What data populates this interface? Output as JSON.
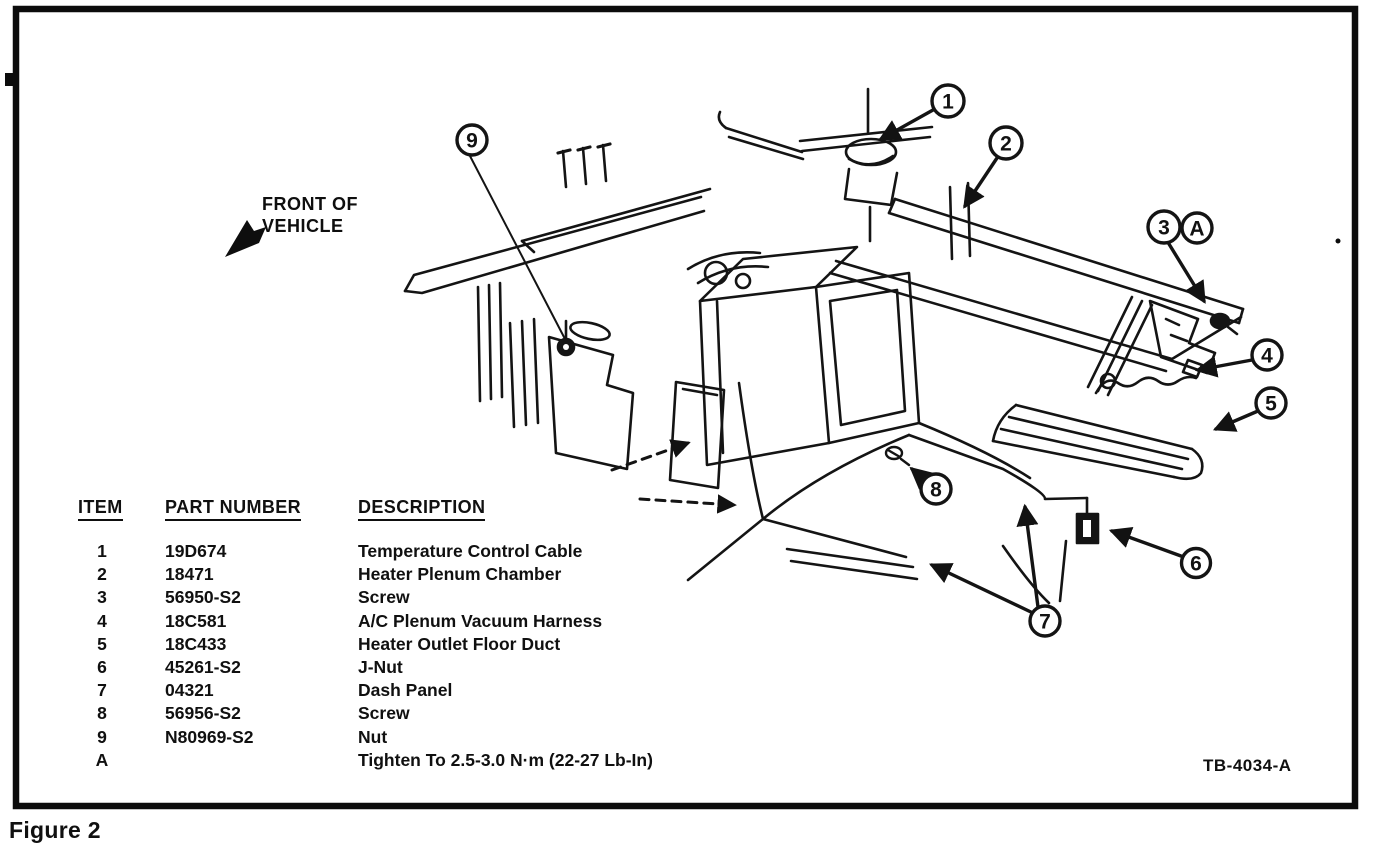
{
  "figure": {
    "caption": "Figure 2",
    "drawing_number": "TB-4034-A"
  },
  "diagram": {
    "front_label_line1": "FRONT OF",
    "front_label_line2": "VEHICLE",
    "ink_color": "#121212",
    "paper_color": "#ffffff",
    "callouts": [
      {
        "label": "1"
      },
      {
        "label": "2"
      },
      {
        "label": "3"
      },
      {
        "label": "A"
      },
      {
        "label": "4"
      },
      {
        "label": "5"
      },
      {
        "label": "6"
      },
      {
        "label": "7"
      },
      {
        "label": "8"
      },
      {
        "label": "9"
      }
    ]
  },
  "parts": {
    "headers": {
      "item": "ITEM",
      "part_number": "PART NUMBER",
      "description": "DESCRIPTION"
    },
    "rows": [
      {
        "item": "1",
        "part_number": "19D674",
        "description": "Temperature Control Cable"
      },
      {
        "item": "2",
        "part_number": "18471",
        "description": "Heater Plenum Chamber"
      },
      {
        "item": "3",
        "part_number": "56950-S2",
        "description": "Screw"
      },
      {
        "item": "4",
        "part_number": "18C581",
        "description": "A/C Plenum Vacuum Harness"
      },
      {
        "item": "5",
        "part_number": "18C433",
        "description": "Heater Outlet Floor Duct"
      },
      {
        "item": "6",
        "part_number": "45261-S2",
        "description": "J-Nut"
      },
      {
        "item": "7",
        "part_number": "04321",
        "description": "Dash Panel"
      },
      {
        "item": "8",
        "part_number": "56956-S2",
        "description": "Screw"
      },
      {
        "item": "9",
        "part_number": "N80969-S2",
        "description": "Nut"
      },
      {
        "item": "A",
        "part_number": "",
        "description": "Tighten To 2.5-3.0 N·m (22-27 Lb-In)"
      }
    ]
  }
}
